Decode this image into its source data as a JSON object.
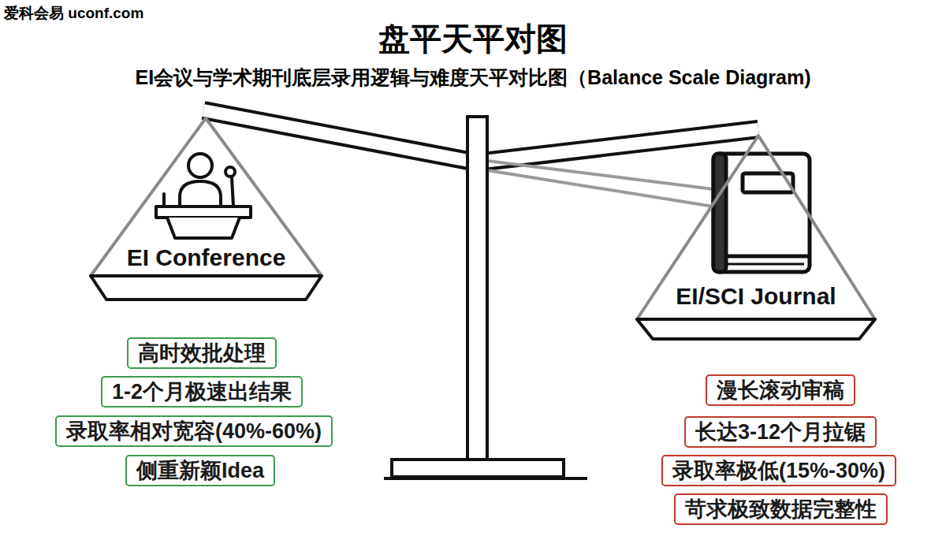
{
  "diagram": {
    "title": "盘平天平对图",
    "nodes": [
      {
        "text": [
          "EI Conference"
        ]
      },
      {
        "text": [
          "EI/SCI Journal"
        ]
      },
      {
        "text": [
          "高时效批处理"
        ]
      },
      {
        "text": [
          "1-2个月极速出结果"
        ]
      },
      {
        "text": [
          "录取率相对宽容(40%-60%)"
        ]
      },
      {
        "text": [
          "侧重新颖Idea"
        ]
      },
      {
        "text": [
          "漫长滚动审稿"
        ]
      },
      {
        "text": [
          "长达3-12个月拉锯"
        ]
      },
      {
        "text": [
          "录取率极低(15%-30%)"
        ]
      },
      {
        "text": [
          "苛求极致数据完整性"
        ]
      }
    ],
    "labels": [
      "爱科会易 uconf.com",
      "EI会议与学术期刊底层录用逻辑与难度天平对比图（Balance Scale Diagram)"
    ]
  }
}
